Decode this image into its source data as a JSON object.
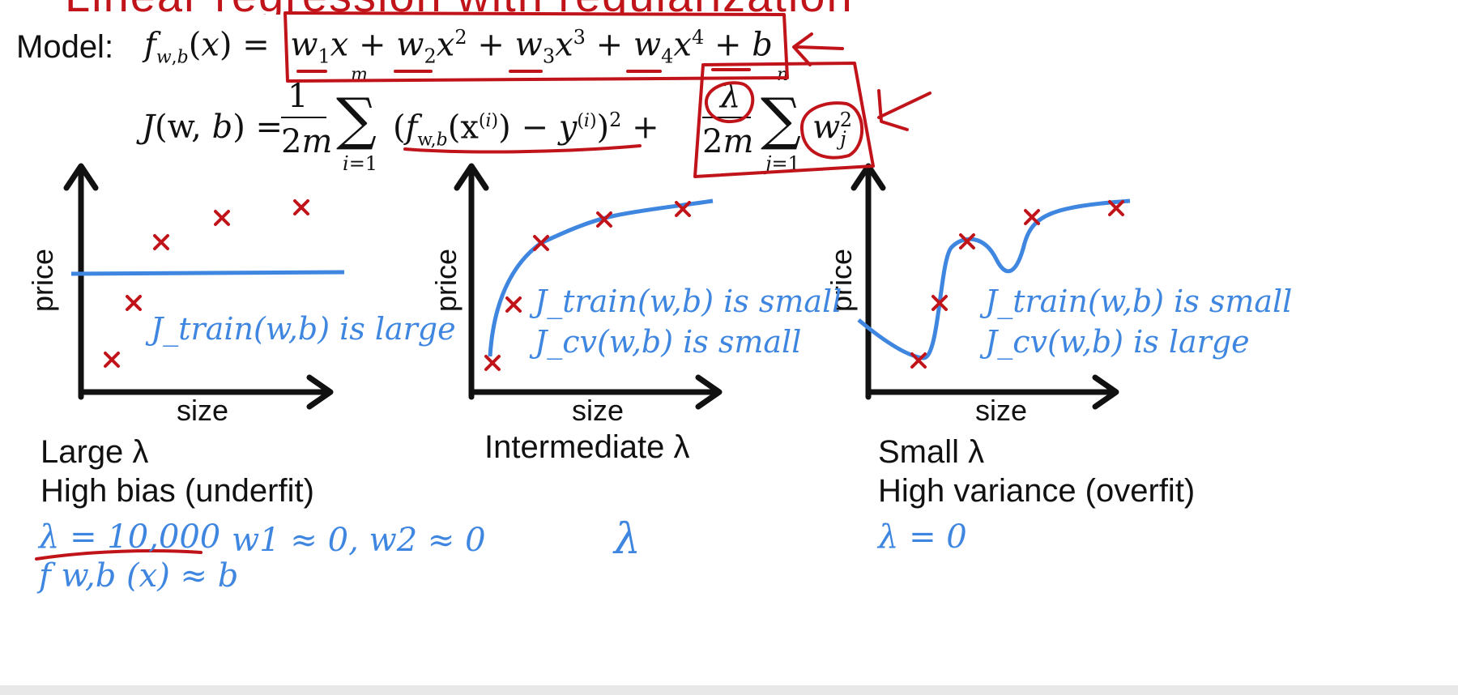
{
  "title": "Linear regression with regularization",
  "model_label": "Model:",
  "model_formula": "f w,b (x) = w1x + w2x^2 + w3x^3 + w4x^4 + b",
  "cost_formula": "J(w,b) = 1/2m Σ_{i=1}^{m} (f w,b (x^(i)) − y^(i))^2 + λ/2m Σ_{j=1}^{n} w_j^2",
  "plots": [
    {
      "xlabel": "size",
      "ylabel": "price",
      "note_lines": [
        "J_train(w,b) is large"
      ],
      "caption_lines": [
        "Large λ",
        "High bias (underfit)"
      ],
      "lambda_value": "λ = 10,000",
      "weights_note": "w1 ≈ 0, w2 ≈ 0",
      "fit_note": "f w,b (x) ≈ b"
    },
    {
      "xlabel": "size",
      "ylabel": "price",
      "note_lines": [
        "J_train(w,b) is small",
        "J_cv(w,b) is small"
      ],
      "caption_lines": [
        "Intermediate λ"
      ],
      "lambda_value": "λ"
    },
    {
      "xlabel": "size",
      "ylabel": "price",
      "note_lines": [
        "J_train(w,b) is small",
        "J_cv(w,b) is large"
      ],
      "caption_lines": [
        "Small λ",
        "High variance (overfit)"
      ],
      "lambda_value": "λ = 0"
    }
  ],
  "colors": {
    "annotation_red": "#c0141a",
    "curve_blue": "#3e86e0",
    "axis_black": "#111111"
  }
}
